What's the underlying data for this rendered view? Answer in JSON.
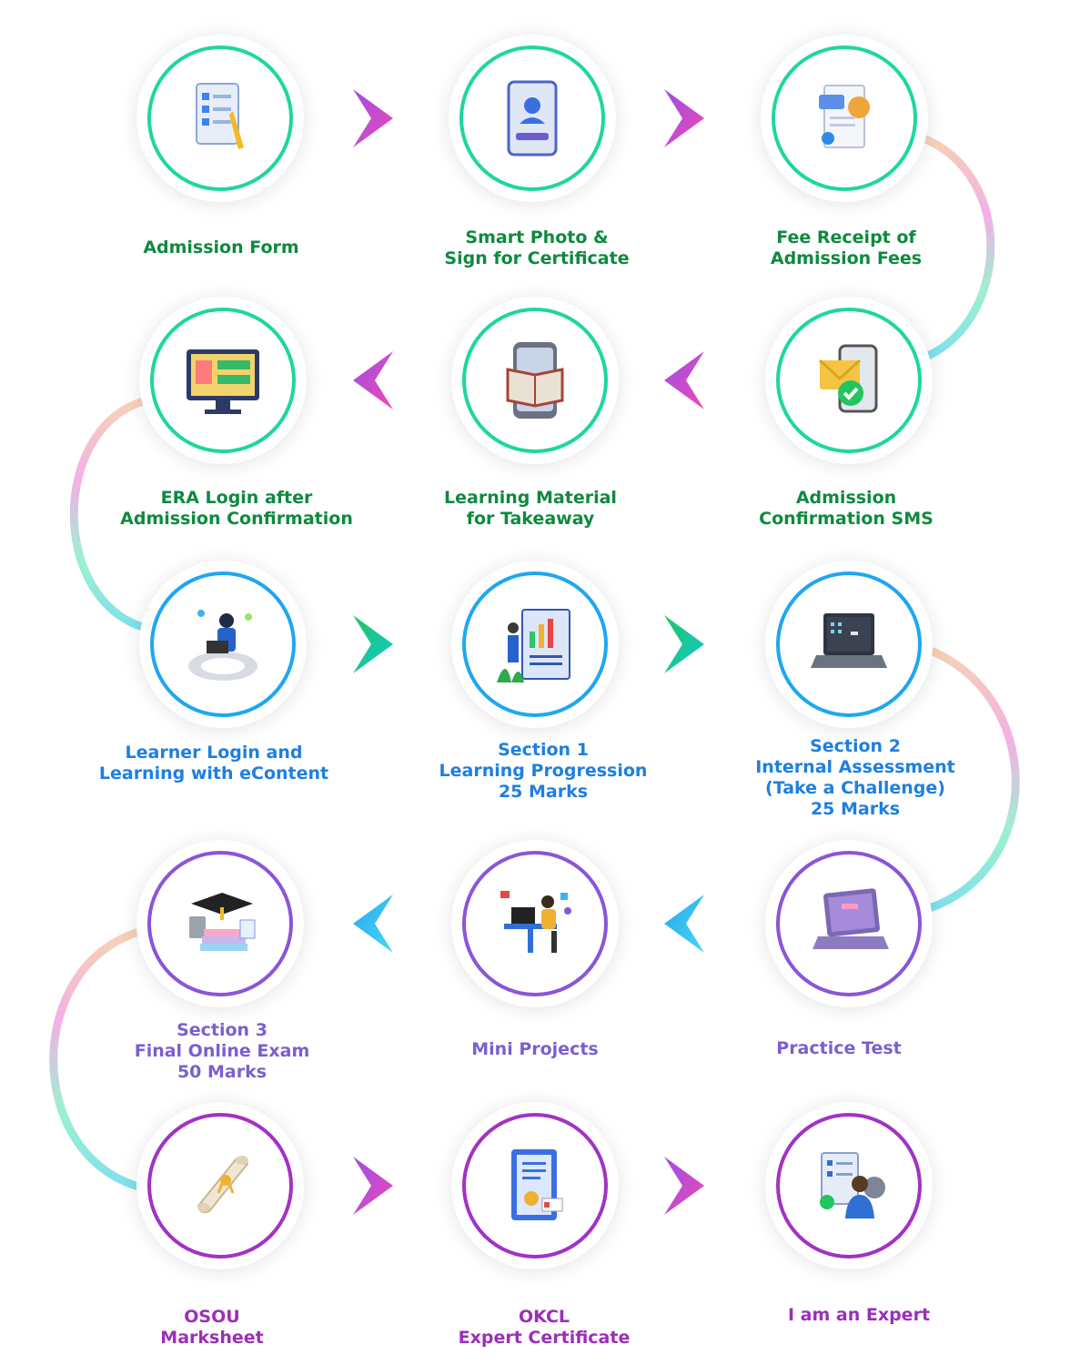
{
  "colors": {
    "row1": "#0e8a3e",
    "row2": "#0e8a3e",
    "row3": "#1e7fe0",
    "row4": "#7b5fcf",
    "row5": "#9b2fb8"
  },
  "steps": [
    {
      "icon": "form-checklist-icon",
      "lines": [
        "Admission Form"
      ]
    },
    {
      "icon": "id-card-icon",
      "lines": [
        "Smart Photo &",
        "Sign for Certificate"
      ]
    },
    {
      "icon": "receipt-icon",
      "lines": [
        "Fee Receipt of",
        "Admission Fees"
      ]
    },
    {
      "icon": "sms-envelope-icon",
      "lines": [
        "Admission",
        "Confirmation SMS"
      ]
    },
    {
      "icon": "tablet-book-icon",
      "lines": [
        "Learning Material",
        "for Takeaway"
      ]
    },
    {
      "icon": "monitor-login-icon",
      "lines": [
        "ERA Login after",
        "Admission Confirmation"
      ]
    },
    {
      "icon": "learner-laptop-icon",
      "lines": [
        "Learner Login and",
        "Learning with eContent"
      ]
    },
    {
      "icon": "progress-board-icon",
      "lines": [
        "Section 1",
        "Learning Progression",
        "25 Marks"
      ]
    },
    {
      "icon": "laptop-icon",
      "lines": [
        "Section 2",
        "Internal Assessment",
        "(Take a Challenge)",
        "25 Marks"
      ]
    },
    {
      "icon": "laptop-test-icon",
      "lines": [
        "Practice Test"
      ]
    },
    {
      "icon": "desk-project-icon",
      "lines": [
        "Mini Projects"
      ]
    },
    {
      "icon": "graduation-books-icon",
      "lines": [
        "Section 3",
        "Final Online Exam",
        "50 Marks"
      ]
    },
    {
      "icon": "scroll-marksheet-icon",
      "lines": [
        "OSOU",
        "Marksheet"
      ]
    },
    {
      "icon": "certificate-icon",
      "lines": [
        "OKCL",
        "Expert Certificate"
      ]
    },
    {
      "icon": "expert-person-icon",
      "lines": [
        "I am an Expert"
      ]
    }
  ]
}
